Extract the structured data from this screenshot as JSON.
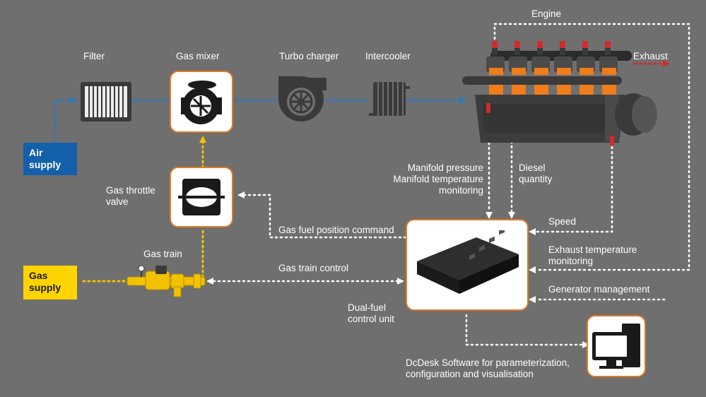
{
  "labels": {
    "filter": "Filter",
    "gas_mixer": "Gas mixer",
    "turbo_charger": "Turbo charger",
    "intercooler": "Intercooler",
    "engine": "Engine",
    "exhaust": "Exhaust",
    "air_supply": [
      "Air",
      "supply"
    ],
    "gas_supply": [
      "Gas",
      "supply"
    ],
    "gas_throttle_valve": [
      "Gas throttle",
      "valve"
    ],
    "gas_train": "Gas train",
    "manifold": [
      "Manifold pressure",
      "Manifold temperature",
      "monitoring"
    ],
    "diesel_quantity": [
      "Diesel",
      "quantity"
    ],
    "speed": "Speed",
    "exhaust_temperature": [
      "Exhaust temperature",
      "monitoring"
    ],
    "generator_management": "Generator management",
    "gas_fuel_position_command": "Gas fuel position command",
    "gas_train_control": "Gas train control",
    "dual_fuel_control_unit": [
      "Dual-fuel",
      "control unit"
    ],
    "dcdesk_software": [
      "DcDesk Software for parameterization,",
      "configuration and visualisation"
    ]
  },
  "colors": {
    "background": "#6f6f6f",
    "air_line": "#2e79c2",
    "gas_line": "#f2c200",
    "control_line": "#ffffff",
    "exhaust_line": "#d42a2a",
    "accent_border": "#e07a24",
    "air_supply_fill": "#1460aa",
    "gas_supply_fill": "#ffd400"
  },
  "icons": {
    "filter": "air-filter-icon",
    "gas_mixer": "gas-mixer-icon",
    "turbo_charger": "turbocharger-icon",
    "intercooler": "intercooler-icon",
    "engine": "engine-icon",
    "gas_throttle_valve": "throttle-valve-icon",
    "gas_train": "gas-train-icon",
    "control_unit": "control-unit-icon",
    "computer": "computer-icon"
  }
}
